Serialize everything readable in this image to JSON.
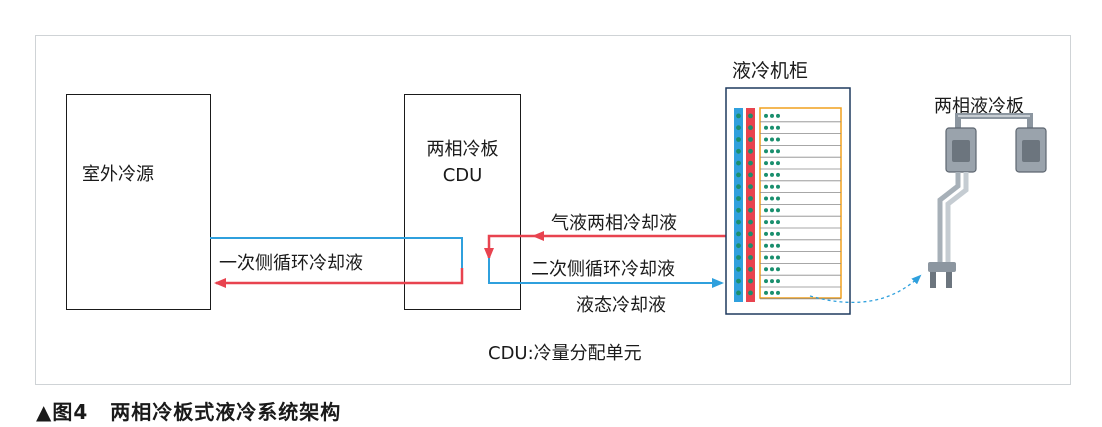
{
  "diagram": {
    "outdoor_label": "室外冷源",
    "cdu_label_line1": "两相冷板",
    "cdu_label_line2": "CDU",
    "primary_loop_label": "一次侧循环冷却液",
    "gas_label": "气液两相冷却液",
    "secondary_loop_label": "二次侧循环冷却液",
    "liquid_label": "液态冷却液",
    "cabinet_label": "液冷机柜",
    "coldplate_label": "两相液冷板",
    "footnote": "CDU:冷量分配单元"
  },
  "caption": {
    "mark": "▲图4",
    "title": "两相冷板式液冷系统架构"
  },
  "colors": {
    "blue": "#2fa0dd",
    "red": "#e8434f",
    "orange": "#f0a01e",
    "navy": "#1f3a5f",
    "green": "#1a8f6e"
  }
}
